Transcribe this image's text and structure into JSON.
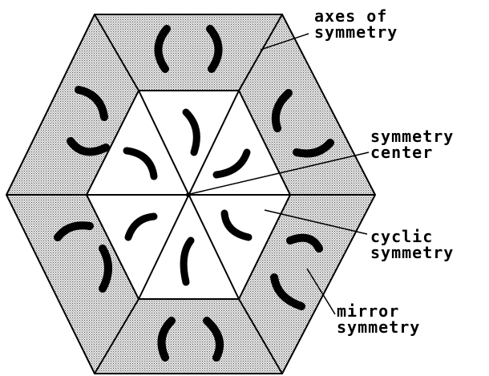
{
  "labels": {
    "axes": [
      "axes of",
      "symmetry"
    ],
    "center": [
      "symmetry",
      "center"
    ],
    "cyclic": [
      "cyclic",
      "symmetry"
    ],
    "mirror": [
      "mirror",
      "symmetry"
    ]
  },
  "colors": {
    "outer_fill": "#cfcfcf",
    "inner_fill": "#ffffff",
    "stroke": "#000000",
    "mark": "#000000"
  }
}
